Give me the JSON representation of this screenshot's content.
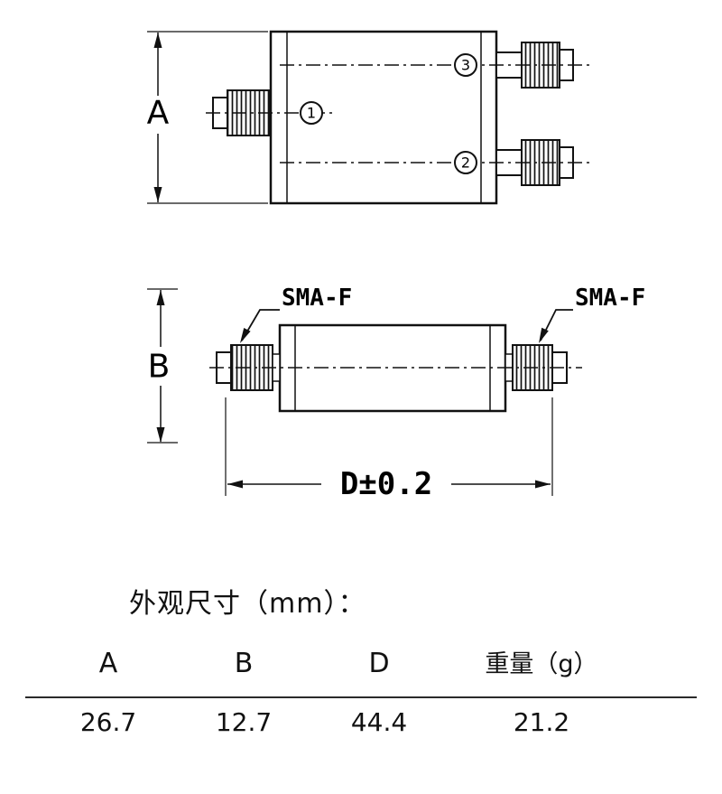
{
  "drawing": {
    "top_view": {
      "port_labels": {
        "p1": "1",
        "p2": "2",
        "p3": "3"
      },
      "dim_label": "A"
    },
    "side_view": {
      "connector_label_left": "SMA-F",
      "connector_label_right": "SMA-F",
      "dim_label_vertical": "B",
      "dim_label_horizontal": "D±0.2"
    }
  },
  "specs": {
    "title": "外观尺寸（mm）：",
    "headers": [
      "A",
      "B",
      "D",
      "重量（g）"
    ],
    "values": [
      "26.7",
      "12.7",
      "44.4",
      "21.2"
    ]
  }
}
